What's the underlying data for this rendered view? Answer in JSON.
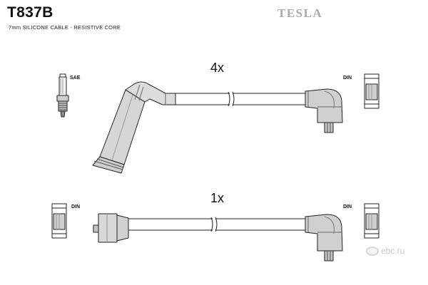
{
  "header": {
    "part_number": "T837B",
    "cable_spec": "7mm SILICONE CABLE - RESISTIVE CORE",
    "brand": "TESLA"
  },
  "cable_sets": [
    {
      "quantity": "4x",
      "end_a": "SAE",
      "end_b": "DIN"
    },
    {
      "quantity": "1x",
      "end_a": "DIN",
      "end_b": "DIN"
    }
  ],
  "watermark": {
    "text": "ebc.ru"
  },
  "colors": {
    "outline": "#222222",
    "fill": "#e4e4e4",
    "shadow": "#b5b5b5",
    "brand": "#a9a9a9"
  }
}
